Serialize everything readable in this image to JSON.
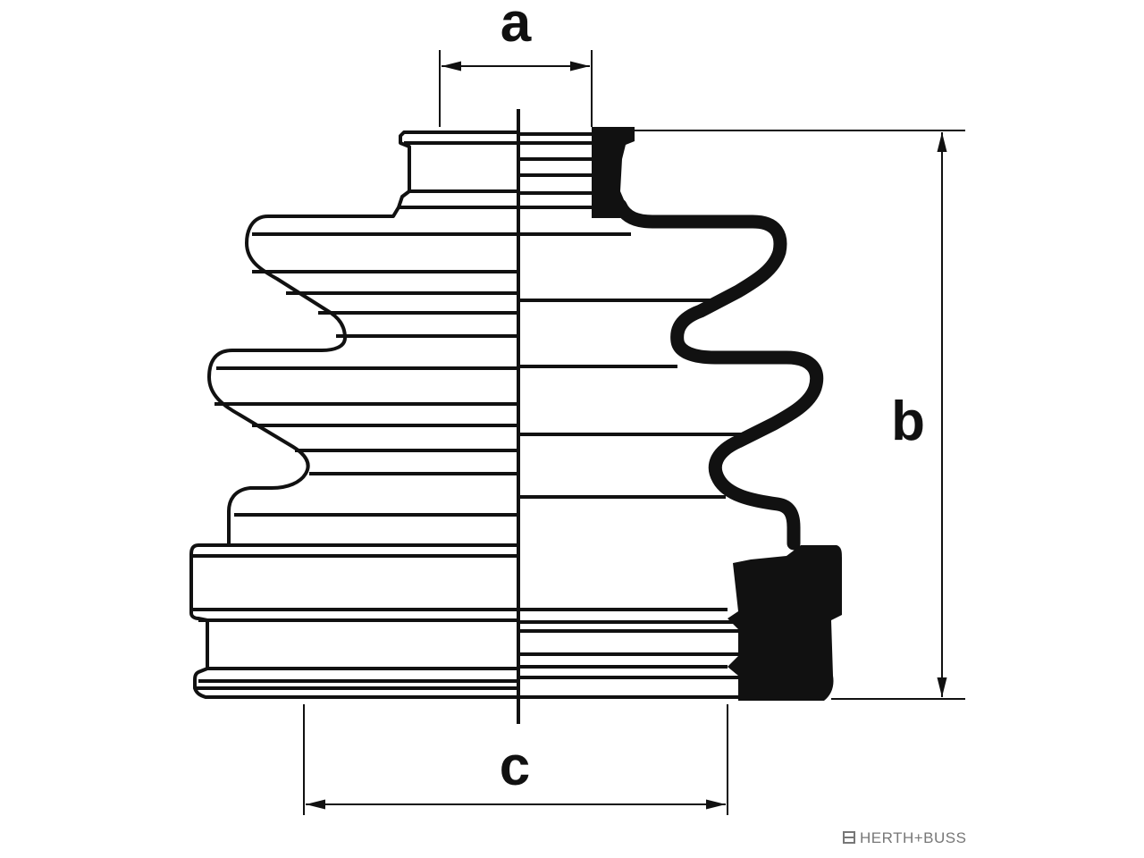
{
  "diagram": {
    "title": "",
    "labels": {
      "a": "a",
      "b": "b",
      "c": "c"
    },
    "brand": {
      "text": "HERTH+BUSS",
      "icon": "hb-logo-icon"
    },
    "colors": {
      "ink": "#111111",
      "paper": "#ffffff",
      "logo": "#777777"
    }
  }
}
